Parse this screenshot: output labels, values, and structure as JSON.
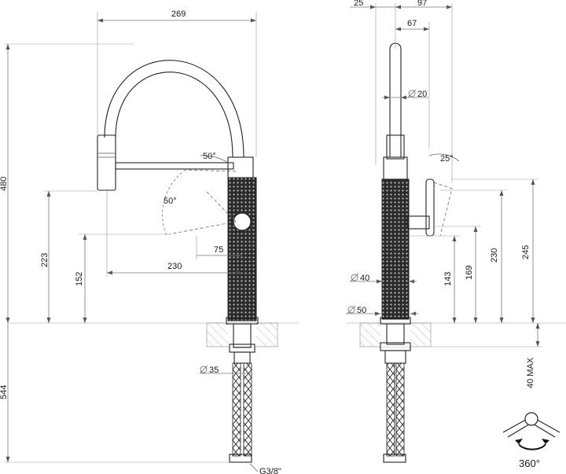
{
  "front_view": {
    "dim_width": "269",
    "dim_height": "480",
    "dim_spout_height": "223",
    "dim_handle_height": "152",
    "dim_reach": "230",
    "dim_handle_offset": "75",
    "angle_upper": "50°",
    "angle_lower": "50°",
    "dim_shank_dia": "35",
    "dim_below_deck": "544",
    "thread_label": "G3/8\""
  },
  "side_view": {
    "dim_25": "25",
    "dim_97": "97",
    "dim_67": "67",
    "dim_spout_dia": "20",
    "angle_handle": "25°",
    "dim_body_dia": "40",
    "dim_base_dia": "50",
    "dim_143": "143",
    "dim_169": "169",
    "dim_230": "230",
    "dim_245": "245",
    "dim_deck_max": "40 MAX"
  },
  "rotation": {
    "label": "360°"
  }
}
